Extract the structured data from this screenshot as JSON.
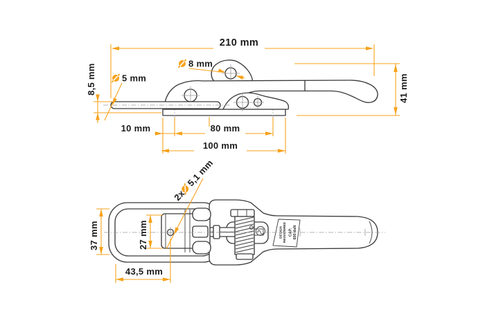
{
  "drawing": {
    "title": "draw-latch technical drawing, two orthographic views",
    "accent_color": "#F7A11A",
    "line_color": "#3B3B3B",
    "diameter_symbol": "Ø",
    "side_view": {
      "overall_length": "210 mm",
      "top_hole_diameter": "8 mm",
      "rod_diameter": "5 mm",
      "rod_height": "8,5 mm",
      "lever_height": "41 mm",
      "hole_offset": "10 mm",
      "hole_spacing": "80 mm",
      "base_length": "100 mm"
    },
    "top_view": {
      "loop_inner_width": "37 mm",
      "bracket_width": "27 mm",
      "loop_length": "43,5 mm",
      "mount_holes_prefix": "2x",
      "mount_holes_diameter": "5,1 mm",
      "marking": {
        "design_line1": "DESIGN",
        "design_line2": "REGISTERED",
        "cap_line1": "CAP.",
        "cap_line2": "600 daN"
      }
    }
  }
}
